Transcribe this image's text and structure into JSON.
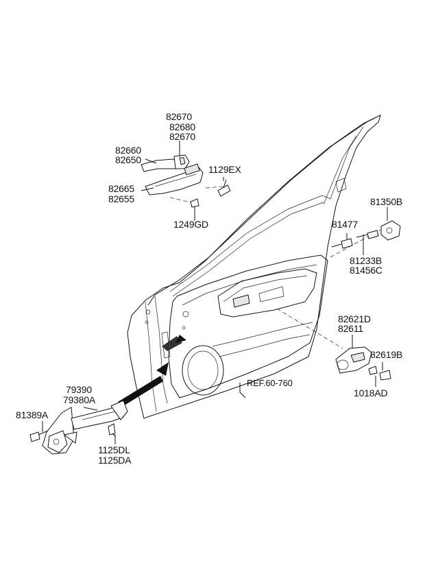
{
  "labels": {
    "p82670a": "82670",
    "p82680": "82680",
    "p82670b": "82670",
    "p82660": "82660",
    "p82650": "82650",
    "p1129ex": "1129EX",
    "p82665": "82665",
    "p82655": "82655",
    "p1249gd": "1249GD",
    "p81350b": "81350B",
    "p81477": "81477",
    "p81233b": "81233B",
    "p81456c": "81456C",
    "p82621d": "82621D",
    "p82611": "82611",
    "p82619b": "82619B",
    "p1018ad": "1018AD",
    "ref": "REF.60-760",
    "p79390": "79390",
    "p79380a": "79380A",
    "p81389a": "81389A",
    "p1125dl": "1125DL",
    "p1125da": "1125DA"
  }
}
